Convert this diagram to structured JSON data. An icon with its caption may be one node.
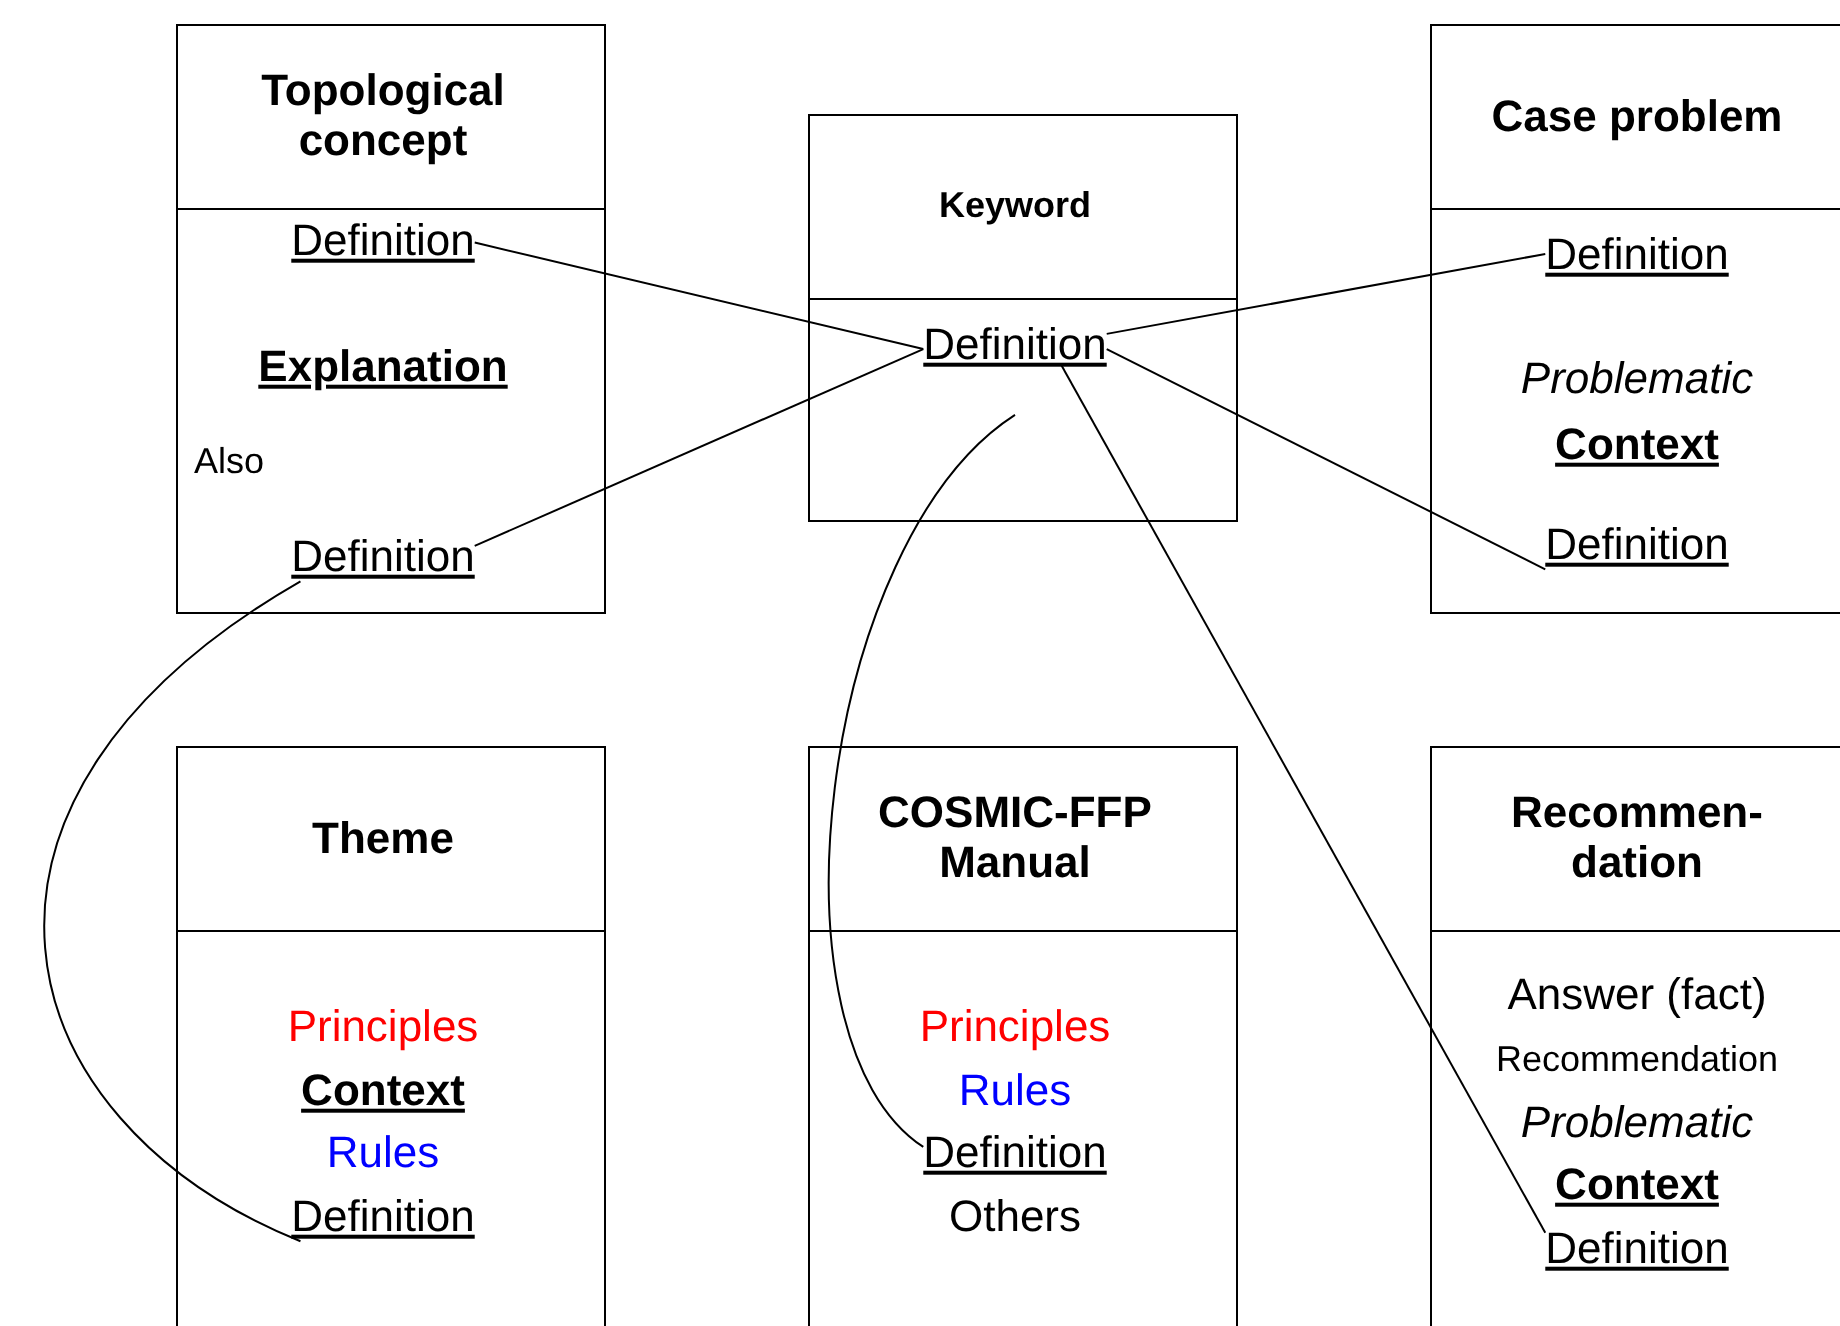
{
  "diagram": {
    "nodes": [
      {
        "text": [
          "Topological concept",
          "Explanation",
          "Also"
        ]
      },
      {
        "text": [
          "Definition"
        ],
        "in": 0
      },
      {
        "text": [
          "Definition"
        ],
        "in": 0
      },
      {
        "text": [
          "Keyword"
        ]
      },
      {
        "text": [
          "Definition"
        ],
        "in": 3
      },
      {
        "text": [
          "Case problem",
          "Problematic",
          "Context"
        ]
      },
      {
        "text": [
          "Definition"
        ],
        "in": 5
      },
      {
        "text": [
          "Definition"
        ],
        "in": 5
      },
      {
        "text": [
          "Theme",
          "Principles",
          "Context",
          "Rules"
        ]
      },
      {
        "text": [
          "Definition"
        ],
        "in": 8
      },
      {
        "text": [
          "COSMIC-FFP Manual",
          "Principles",
          "Rules",
          "Others"
        ]
      },
      {
        "text": [
          "Definition"
        ],
        "in": 10
      },
      {
        "text": [
          "Recommen-dation",
          "Answer (fact)",
          "Recommendation",
          "Problematic",
          "Context"
        ]
      },
      {
        "text": [
          "Definition"
        ],
        "in": 12
      }
    ],
    "edges": [
      {
        "from": 1,
        "to": 4,
        "arrow": "none"
      },
      {
        "from": 2,
        "to": 4,
        "arrow": "none"
      },
      {
        "from": 6,
        "to": 4,
        "arrow": "none"
      },
      {
        "from": 7,
        "to": 4,
        "arrow": "none"
      },
      {
        "from": 2,
        "to": 9,
        "arrow": "none"
      },
      {
        "from": 4,
        "to": 11,
        "arrow": "none"
      },
      {
        "from": 4,
        "to": 13,
        "arrow": "none"
      }
    ]
  }
}
